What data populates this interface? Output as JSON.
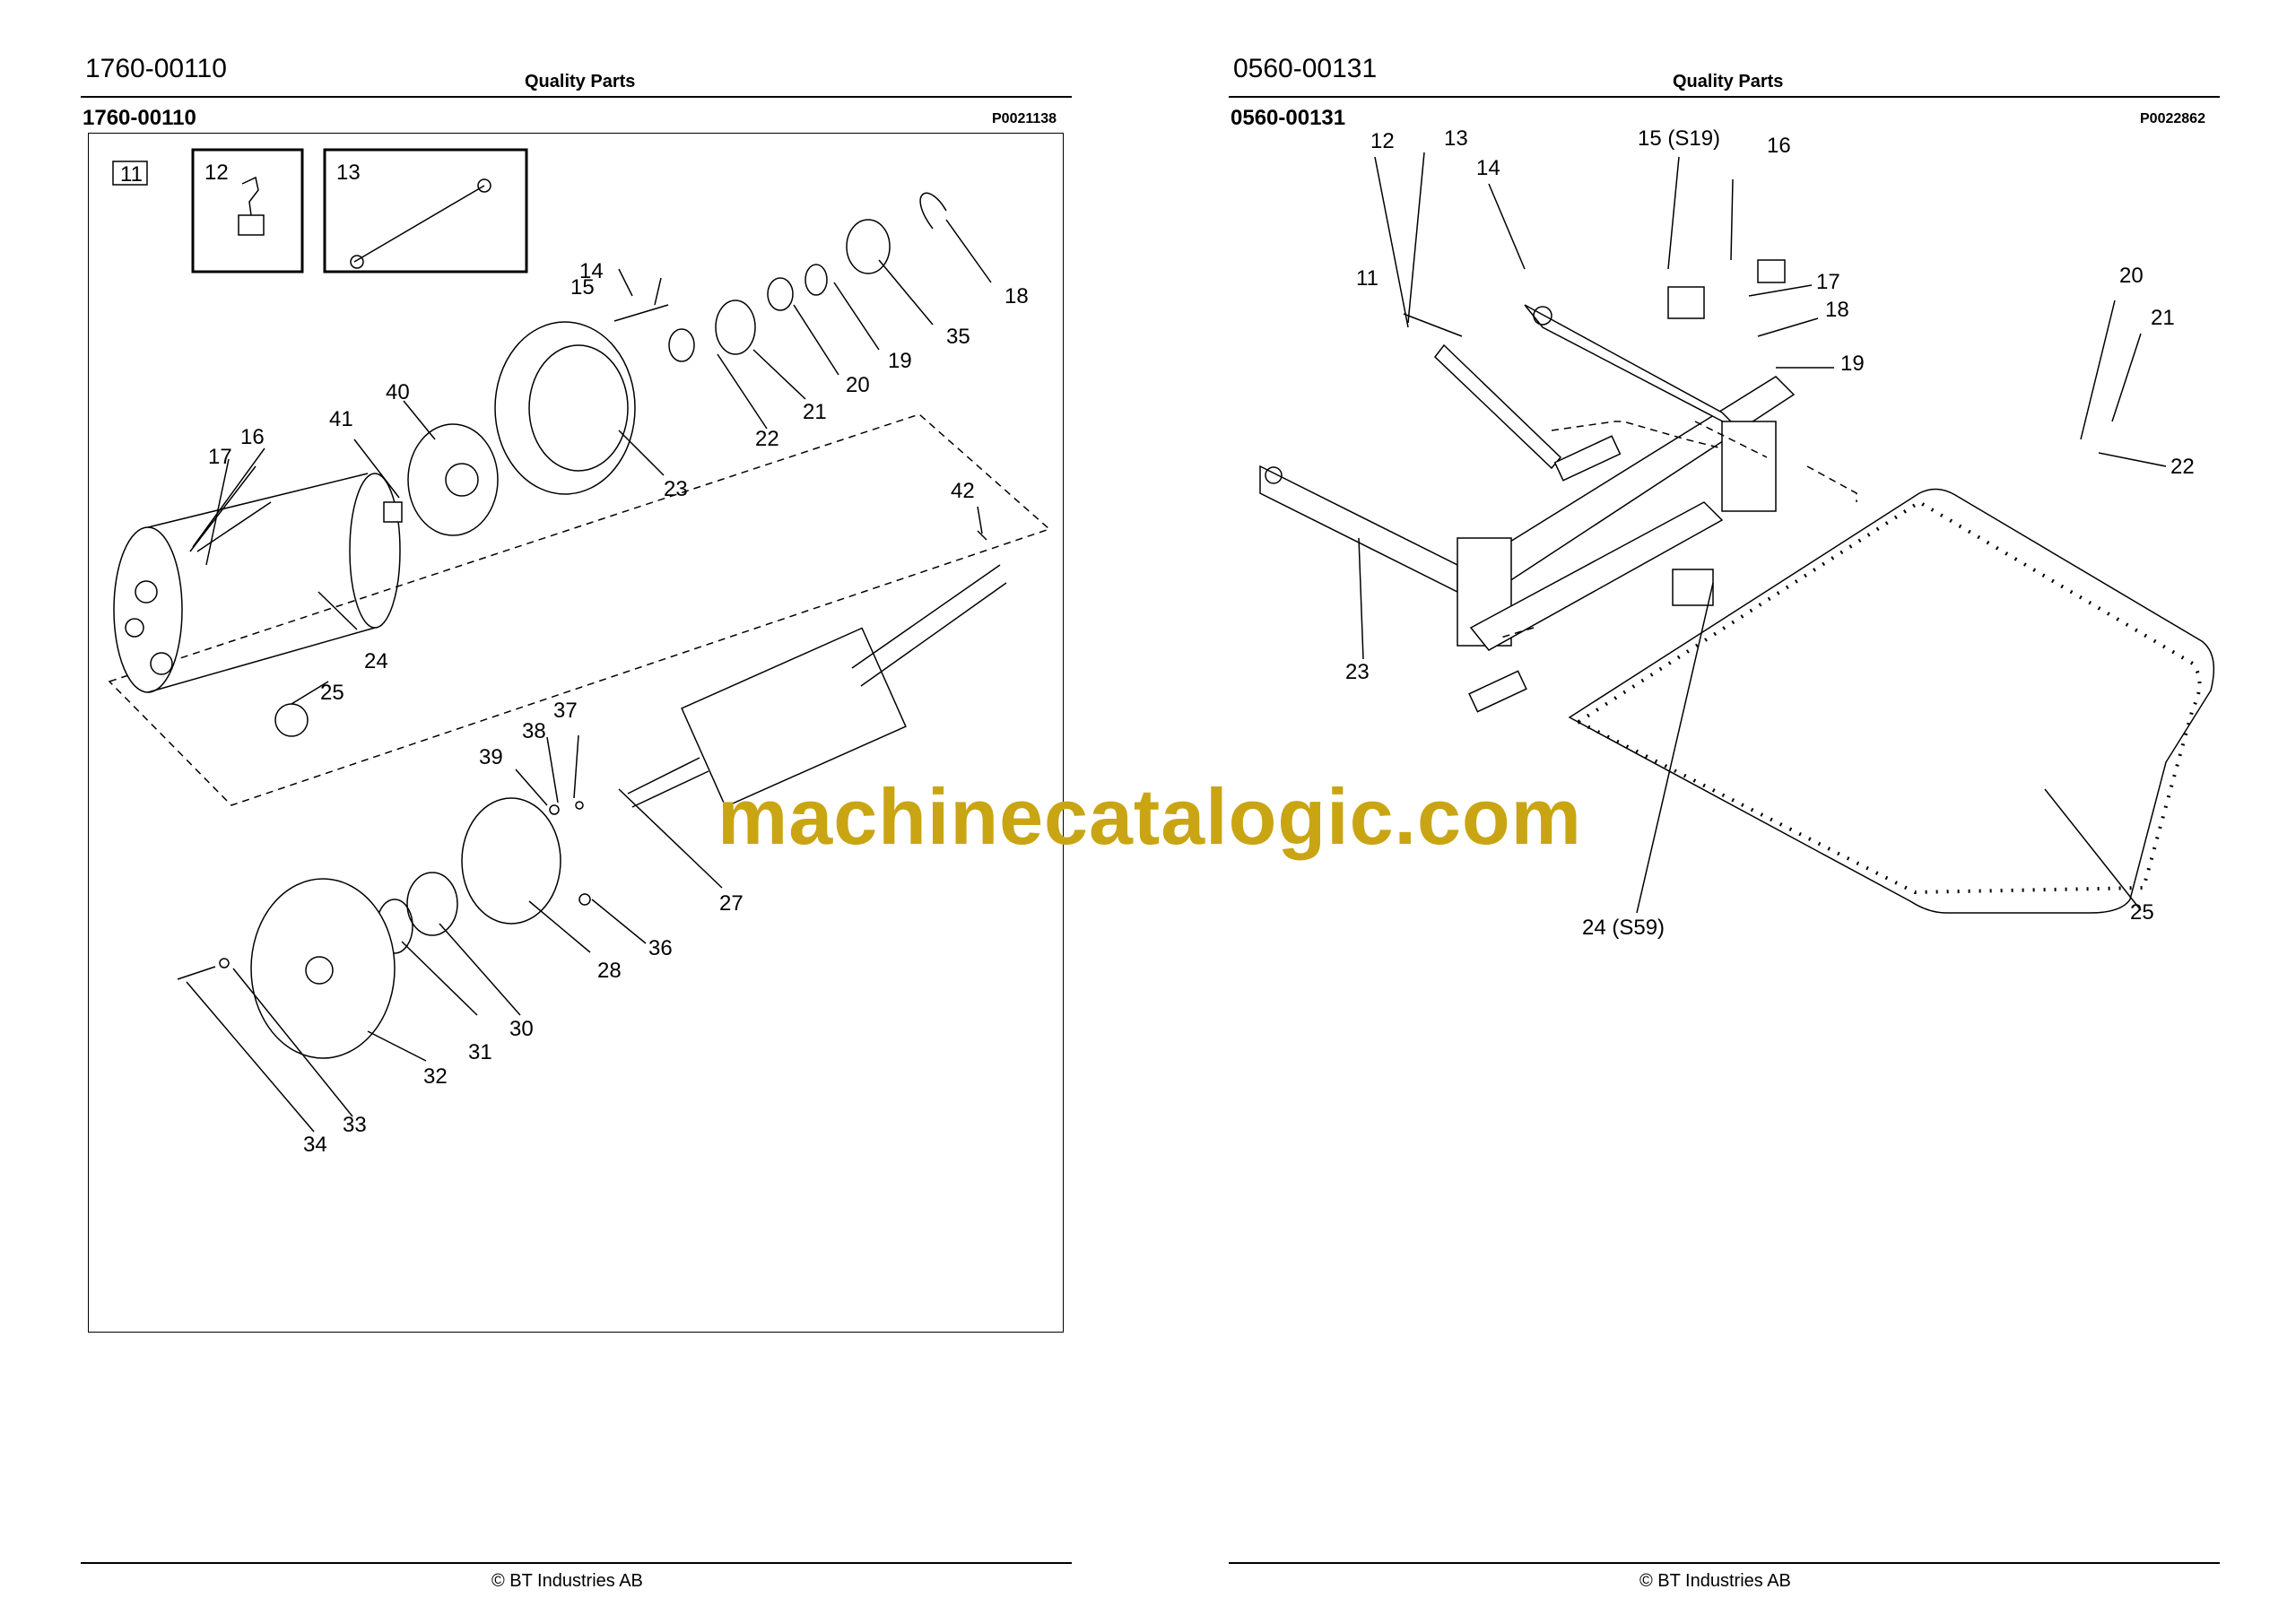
{
  "pages": [
    {
      "doc_number": "1760-00110",
      "header_center": "Quality Parts",
      "section_number": "1760-00110",
      "picture_code": "P0021138",
      "footer": "© BT Industries AB",
      "callouts": [
        "11",
        "12",
        "13",
        "14",
        "15",
        "16",
        "17",
        "18",
        "19",
        "20",
        "21",
        "22",
        "23",
        "24",
        "25",
        "27",
        "28",
        "30",
        "31",
        "32",
        "33",
        "34",
        "35",
        "36",
        "37",
        "38",
        "39",
        "40",
        "41",
        "42"
      ]
    },
    {
      "doc_number": "0560-00131",
      "header_center": "Quality Parts",
      "section_number": "0560-00131",
      "picture_code": "P0022862",
      "footer": "© BT Industries AB",
      "callouts": [
        "11",
        "12",
        "13",
        "14",
        "15 (S19)",
        "16",
        "17",
        "18",
        "19",
        "20",
        "21",
        "22",
        "23",
        "24 (S59)",
        "25"
      ]
    }
  ],
  "watermark": "machinecatalogic.com"
}
